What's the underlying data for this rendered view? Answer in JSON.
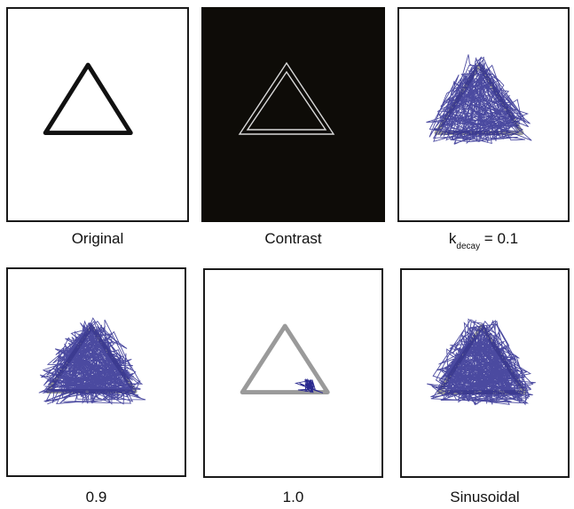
{
  "panels": [
    {
      "caption": "Original"
    },
    {
      "caption": "Contrast"
    },
    {
      "caption_k": "k",
      "caption_sub": "decay",
      "caption_rest": " = 0.1"
    },
    {
      "caption": "0.9"
    },
    {
      "caption": "1.0"
    },
    {
      "caption": "Sinusoidal"
    }
  ],
  "colors": {
    "stroke_black": "#111111",
    "stroke_gray": "#9a9a9a",
    "trace_blue": "#2b2a8f",
    "contrast_line": "#d8d8d8",
    "contrast_bg": "#0e0c08"
  }
}
